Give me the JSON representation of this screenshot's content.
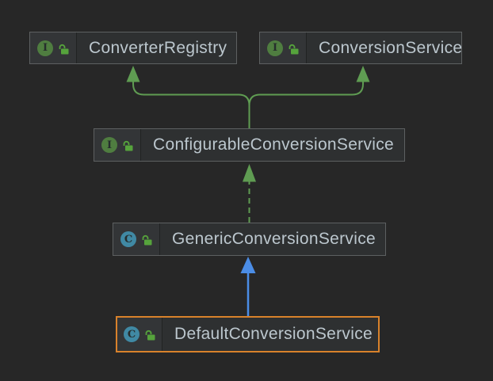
{
  "diagram": {
    "tool": "uml-class-diagram",
    "nodes": [
      {
        "id": "converter-registry",
        "label": "ConverterRegistry",
        "kind": "interface",
        "icon_letter": "I",
        "visibility_icon": "unlocked-public",
        "selected": false
      },
      {
        "id": "conversion-service",
        "label": "ConversionService",
        "kind": "interface",
        "icon_letter": "I",
        "visibility_icon": "unlocked-public",
        "selected": false
      },
      {
        "id": "configurable-conversion-service",
        "label": "ConfigurableConversionService",
        "kind": "interface",
        "icon_letter": "I",
        "visibility_icon": "unlocked-public",
        "selected": false
      },
      {
        "id": "generic-conversion-service",
        "label": "GenericConversionService",
        "kind": "class",
        "icon_letter": "C",
        "visibility_icon": "unlocked-public",
        "selected": false
      },
      {
        "id": "default-conversion-service",
        "label": "DefaultConversionService",
        "kind": "class",
        "icon_letter": "C",
        "visibility_icon": "unlocked-public",
        "selected": true
      }
    ],
    "edges": [
      {
        "from": "configurable-conversion-service",
        "to": "converter-registry",
        "type": "extends-interface",
        "line": "solid",
        "color_key": "edge_green"
      },
      {
        "from": "configurable-conversion-service",
        "to": "conversion-service",
        "type": "extends-interface",
        "line": "solid",
        "color_key": "edge_green"
      },
      {
        "from": "generic-conversion-service",
        "to": "configurable-conversion-service",
        "type": "implements",
        "line": "dashed",
        "color_key": "edge_green"
      },
      {
        "from": "default-conversion-service",
        "to": "generic-conversion-service",
        "type": "extends",
        "line": "solid",
        "color_key": "edge_blue"
      }
    ],
    "colors": {
      "background": "#272727",
      "node_fill": "#2e3031",
      "icon_cell_fill": "#333537",
      "node_border": "#5d6061",
      "selected_border": "#d9822b",
      "label_text": "#bcc7ce",
      "edge_green": "#5f9c52",
      "edge_blue": "#4b8de6",
      "lock_green": "#56a33c",
      "interface_icon_green": "#4f7d40",
      "class_icon_blue": "#4089a4"
    }
  }
}
